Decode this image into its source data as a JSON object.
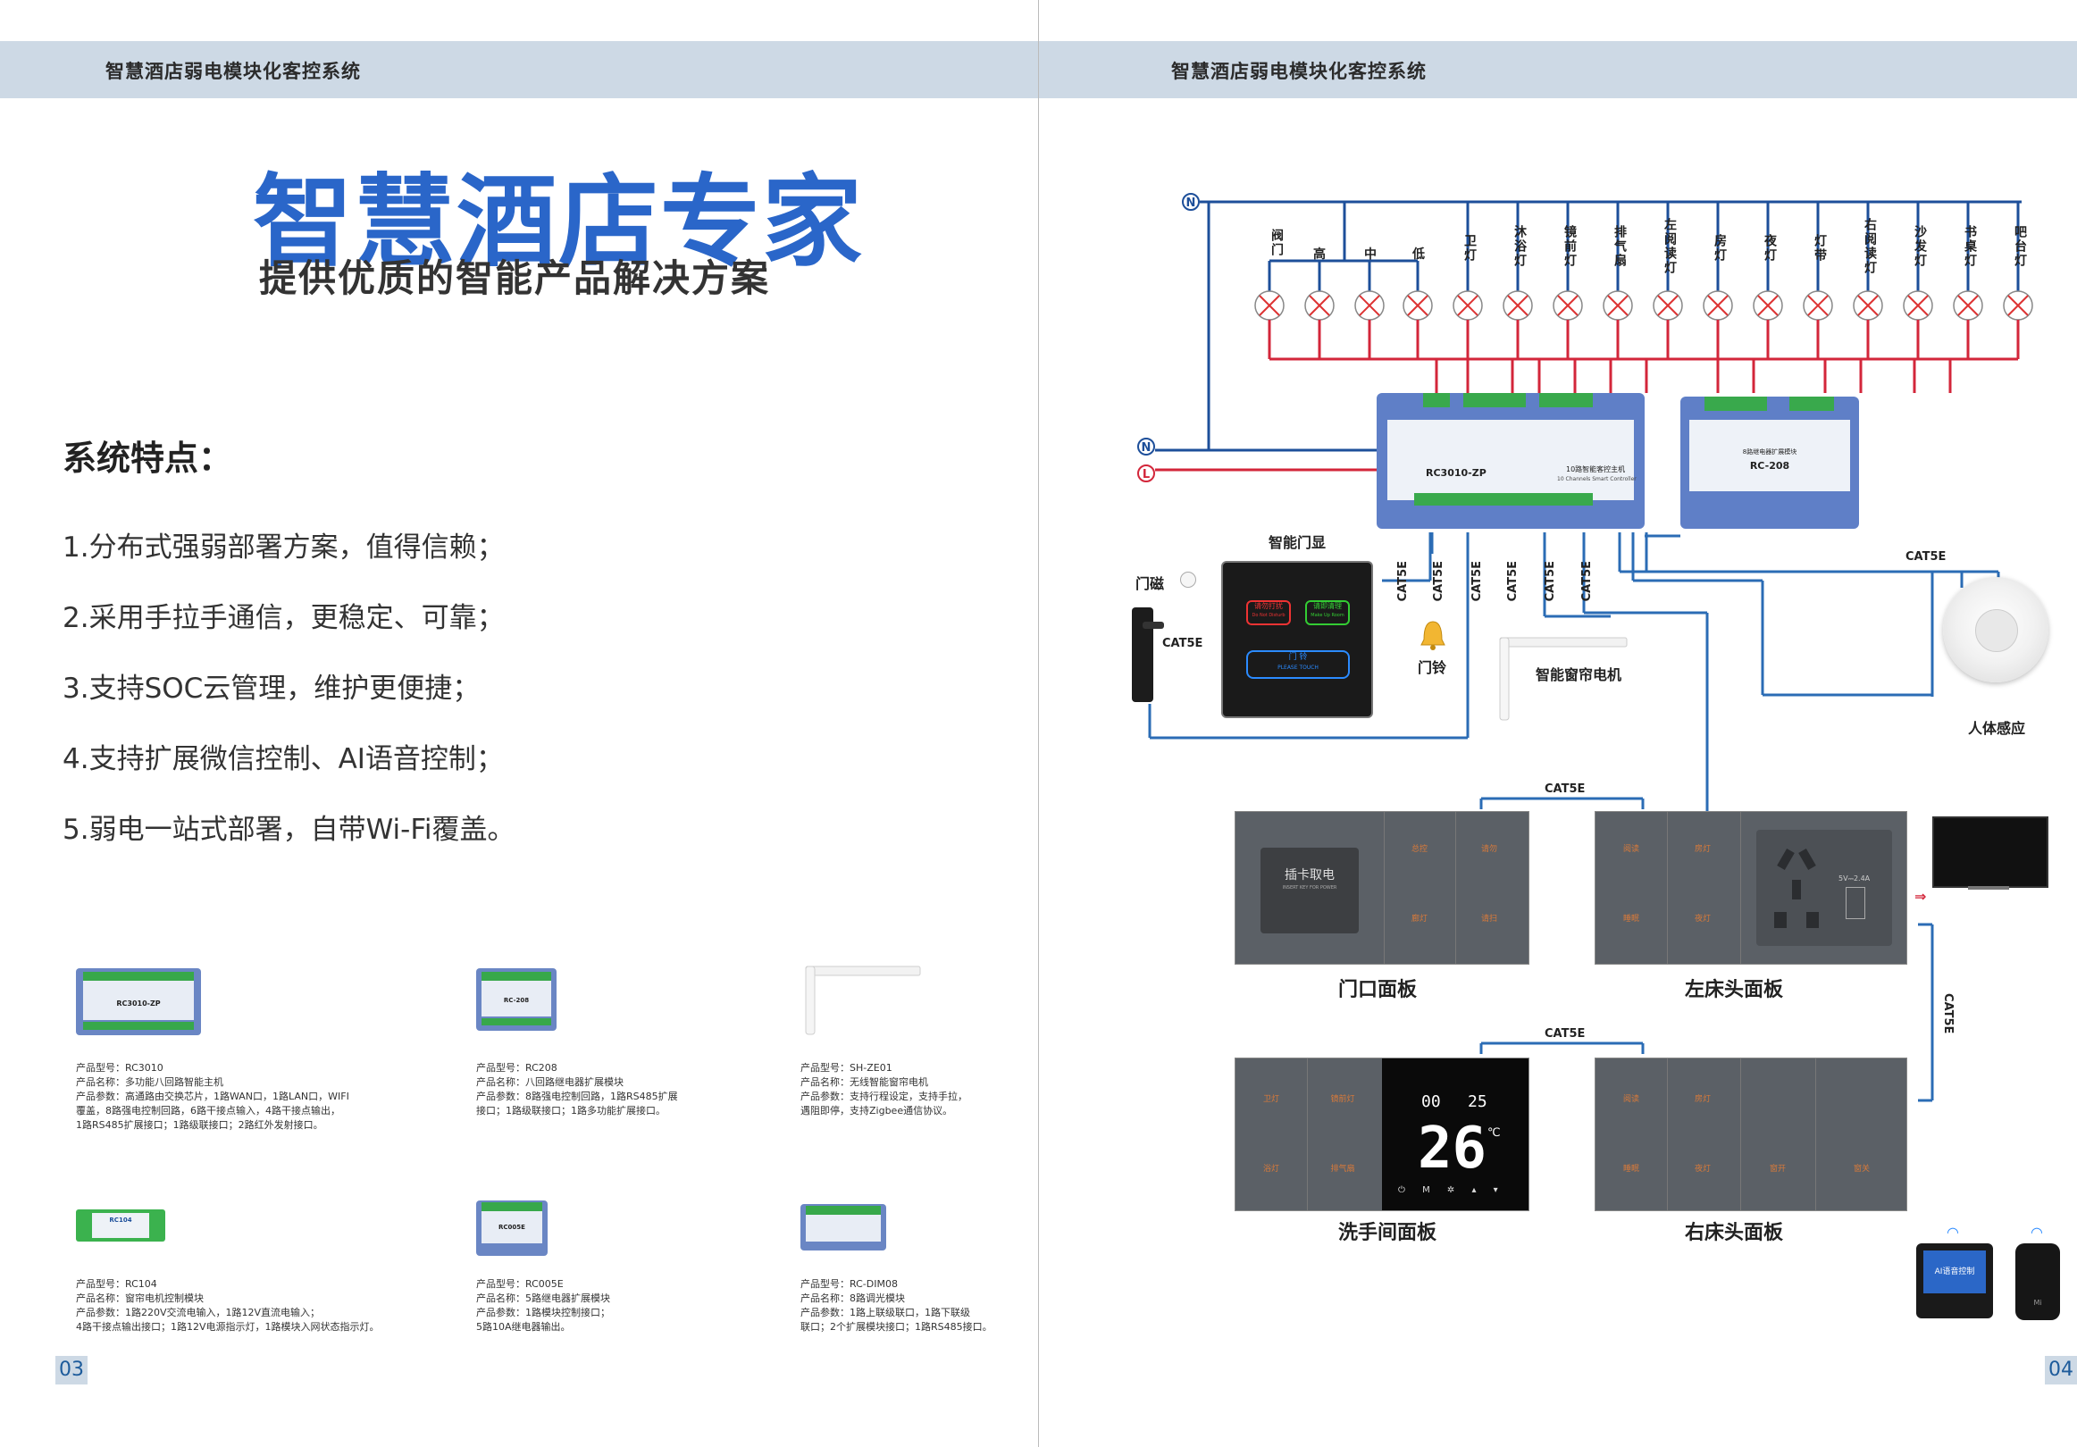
{
  "left": {
    "header": "智慧酒店弱电模块化客控系统",
    "hero_title": "智慧酒店专家",
    "hero_sub": "提供优质的智能产品解决方案",
    "features_title": "系统特点：",
    "features": [
      "1.分布式强弱部署方案，值得信赖；",
      "2.采用手拉手通信，更稳定、可靠；",
      "3.支持SOC云管理，维护更便捷；",
      "4.支持扩展微信控制、AI语音控制；",
      "5.弱电一站式部署，自带Wi-Fi覆盖。"
    ],
    "products": [
      {
        "lines": [
          "产品型号：RC3010",
          "产品名称：多功能八回路智能主机",
          "产品参数：高通路由交换芯片，1路WAN口，1路LAN口，WIFI",
          "覆盖，8路强电控制回路，6路干接点输入，4路干接点输出，",
          "1路RS485扩展接口；1路级联接口；2路红外发射接口。"
        ]
      },
      {
        "lines": [
          "产品型号：RC208",
          "产品名称：八回路继电器扩展模块",
          "产品参数：8路强电控制回路，1路RS485扩展",
          "接口；1路级联接口；1路多功能扩展接口。"
        ]
      },
      {
        "lines": [
          "产品型号：SH-ZE01",
          "产品名称：无线智能窗帘电机",
          "产品参数：支持行程设定，支持手拉，",
          "遇阻即停，支持Zigbee通信协议。"
        ]
      },
      {
        "lines": [
          "产品型号：RC104",
          "产品名称：窗帘电机控制模块",
          "产品参数：1路220V交流电输入，1路12V直流电输入；",
          "4路干接点输出接口；1路12V电源指示灯，1路模块入网状态指示灯。"
        ]
      },
      {
        "lines": [
          "产品型号：RC005E",
          "产品名称：5路继电器扩展模块",
          "产品参数：1路模块控制接口；",
          "5路10A继电器输出。"
        ]
      },
      {
        "lines": [
          "产品型号：RC-DIM08",
          "产品名称：8路调光模块",
          "产品参数：1路上联级联口，1路下联级",
          "联口；2个扩展模块接口；1路RS485接口。"
        ]
      }
    ],
    "module_labels": [
      "RC3010-ZP",
      "RC-208",
      "RC104",
      "RC005E"
    ],
    "page_number": "03"
  },
  "right": {
    "header": "智慧酒店弱电模块化客控系统",
    "bus_n": "N",
    "bus_l": "L",
    "fan_labels": [
      "阀门",
      "高",
      "中",
      "低"
    ],
    "lamp_labels": [
      "卫灯",
      "沐浴灯",
      "镜前灯",
      "排气扇",
      "左阅读灯",
      "房灯",
      "夜灯",
      "灯带",
      "右阅读灯",
      "沙发灯",
      "书桌灯",
      "吧台灯"
    ],
    "main_module": "RC3010-ZP",
    "main_module_sub": "10路智能客控主机",
    "main_module_en": "10 Channels Smart Controller",
    "ext_module": "RC-208",
    "ext_module_sub": "8路继电器扩展模块",
    "cat": "CAT5E",
    "door_display": "智能门显",
    "door_sensor": "门磁",
    "doorbell": "门铃",
    "curtain_motor": "智能窗帘电机",
    "pir": "人体感应",
    "door_display_buttons": [
      "请勿打扰",
      "请即清理",
      "门 铃"
    ],
    "door_display_en": [
      "Do Not Disturb",
      "Make Up Room",
      "PLEASE TOUCH"
    ],
    "card_slot": "插卡取电",
    "card_slot_en": "INSERT KEY FOR POWER",
    "panels": [
      {
        "caption": "门口面板",
        "buttons": [
          "总控",
          "廊灯",
          "请勿",
          "请扫"
        ]
      },
      {
        "caption": "左床头面板",
        "buttons": [
          "阅读",
          "房灯",
          "睡眠",
          "夜灯"
        ]
      },
      {
        "caption": "洗手间面板",
        "buttons": [
          "卫灯",
          "镜前灯",
          "浴灯",
          "排气扇"
        ]
      },
      {
        "caption": "右床头面板",
        "buttons": [
          "阅读",
          "房灯",
          "睡眠",
          "夜灯",
          "窗开",
          "窗关"
        ]
      }
    ],
    "thermostat_setpoint": "25",
    "thermostat_temp": "26",
    "thermostat_unit": "℃",
    "thermostat_set_small": "00",
    "socket_label": "5V⎓2.4A",
    "ai_label": "AI语音控制",
    "speaker_brand": "Mi",
    "page_number": "04"
  }
}
